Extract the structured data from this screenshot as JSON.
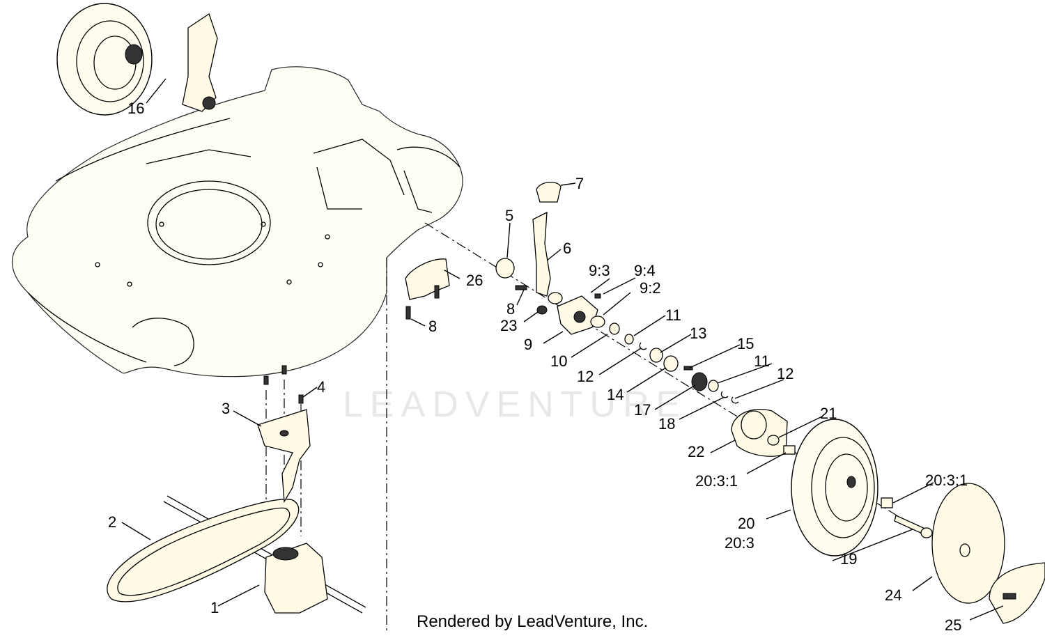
{
  "watermark": "LEADVENTURE",
  "footer": "Rendered by LeadVenture, Inc.",
  "callouts": [
    {
      "id": "c1",
      "text": "1"
    },
    {
      "id": "c2",
      "text": "2"
    },
    {
      "id": "c3",
      "text": "3"
    },
    {
      "id": "c4",
      "text": "4"
    },
    {
      "id": "c5",
      "text": "5"
    },
    {
      "id": "c6",
      "text": "6"
    },
    {
      "id": "c7",
      "text": "7"
    },
    {
      "id": "c8a",
      "text": "8"
    },
    {
      "id": "c8b",
      "text": "8"
    },
    {
      "id": "c9",
      "text": "9"
    },
    {
      "id": "c9_2",
      "text": "9:2"
    },
    {
      "id": "c9_3",
      "text": "9:3"
    },
    {
      "id": "c9_4",
      "text": "9:4"
    },
    {
      "id": "c10",
      "text": "10"
    },
    {
      "id": "c11a",
      "text": "11"
    },
    {
      "id": "c11b",
      "text": "11"
    },
    {
      "id": "c12a",
      "text": "12"
    },
    {
      "id": "c12b",
      "text": "12"
    },
    {
      "id": "c13",
      "text": "13"
    },
    {
      "id": "c14",
      "text": "14"
    },
    {
      "id": "c15",
      "text": "15"
    },
    {
      "id": "c16",
      "text": "16"
    },
    {
      "id": "c17",
      "text": "17"
    },
    {
      "id": "c18",
      "text": "18"
    },
    {
      "id": "c19",
      "text": "19"
    },
    {
      "id": "c20",
      "text": "20"
    },
    {
      "id": "c20_3",
      "text": "20:3"
    },
    {
      "id": "c20_3_1a",
      "text": "20:3:1"
    },
    {
      "id": "c20_3_1b",
      "text": "20:3:1"
    },
    {
      "id": "c21",
      "text": "21"
    },
    {
      "id": "c22",
      "text": "22"
    },
    {
      "id": "c23",
      "text": "23"
    },
    {
      "id": "c24",
      "text": "24"
    },
    {
      "id": "c25",
      "text": "25"
    },
    {
      "id": "c26",
      "text": "26"
    }
  ]
}
